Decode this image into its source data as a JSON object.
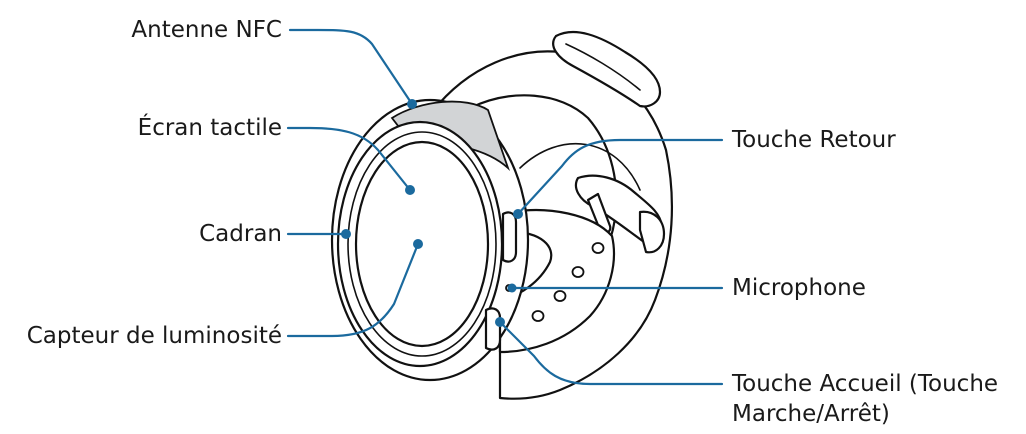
{
  "colors": {
    "callout": "#1b6a9e",
    "outline": "#111111",
    "nfc_band": "#d2d4d6",
    "text": "#1a1a1a"
  },
  "labels": {
    "nfc_antenna": "Antenne NFC",
    "touchscreen": "Écran tactile",
    "bezel": "Cadran",
    "light_sensor": "Capteur de luminosité",
    "back_key": "Touche Retour",
    "microphone": "Microphone",
    "home_key": "Touche Accueil (Touche Marche/Arrêt)"
  }
}
